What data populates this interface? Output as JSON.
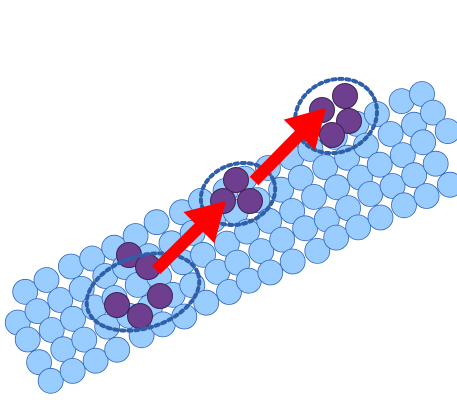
{
  "colors": {
    "background": "#ffffff",
    "particle_fill": "#99ccff",
    "particle_stroke": "#3366bb",
    "cluster_fill": "#6e3f8e",
    "cluster_stroke": "#3a2452",
    "outline": "#2f5fa8",
    "arrow": "#ff0000",
    "speck": "#222222"
  },
  "icons": {
    "light_particle": "light-blue-circle",
    "dark_particle": "purple-circle",
    "direction": "red-arrow",
    "region": "dotted-oval"
  },
  "clusters": [
    {
      "name": "lower",
      "particle_count": 5
    },
    {
      "name": "middle",
      "particle_count": 3
    },
    {
      "name": "upper",
      "particle_count": 4
    }
  ],
  "arrows": [
    {
      "from": "lower",
      "to": "middle"
    },
    {
      "from": "middle",
      "to": "upper"
    }
  ]
}
